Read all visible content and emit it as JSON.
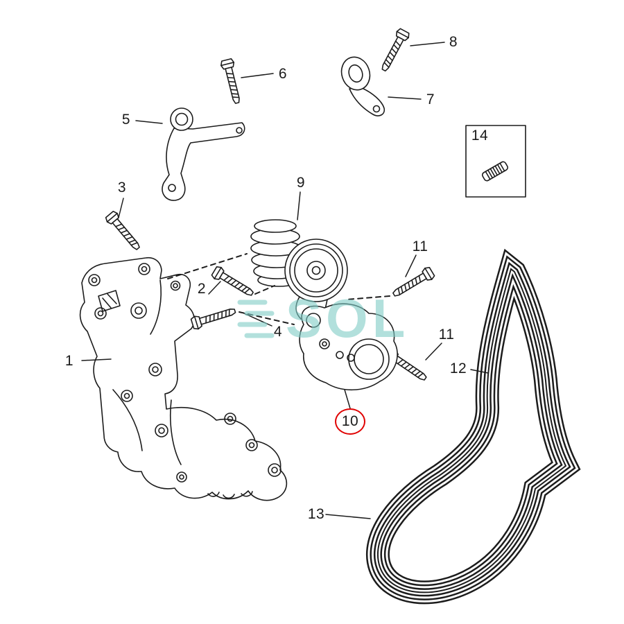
{
  "diagram": {
    "watermark": {
      "text": "SOL"
    },
    "colors": {
      "background": "#ffffff",
      "line": "#1c1c1c",
      "highlight_circle": "#e00000",
      "watermark": "#7fccc6"
    },
    "labels": [
      {
        "id": "part-1",
        "text": "1"
      },
      {
        "id": "part-2",
        "text": "2"
      },
      {
        "id": "part-3",
        "text": "3"
      },
      {
        "id": "part-4",
        "text": "4"
      },
      {
        "id": "part-5",
        "text": "5"
      },
      {
        "id": "part-6",
        "text": "6"
      },
      {
        "id": "part-7",
        "text": "7"
      },
      {
        "id": "part-8",
        "text": "8"
      },
      {
        "id": "part-9",
        "text": "9"
      },
      {
        "id": "part-10",
        "text": "10",
        "highlighted": true
      },
      {
        "id": "part-11-upper",
        "text": "11"
      },
      {
        "id": "part-11-lower",
        "text": "11"
      },
      {
        "id": "part-12",
        "text": "12"
      },
      {
        "id": "part-13",
        "text": "13"
      },
      {
        "id": "part-14",
        "text": "14"
      }
    ]
  }
}
